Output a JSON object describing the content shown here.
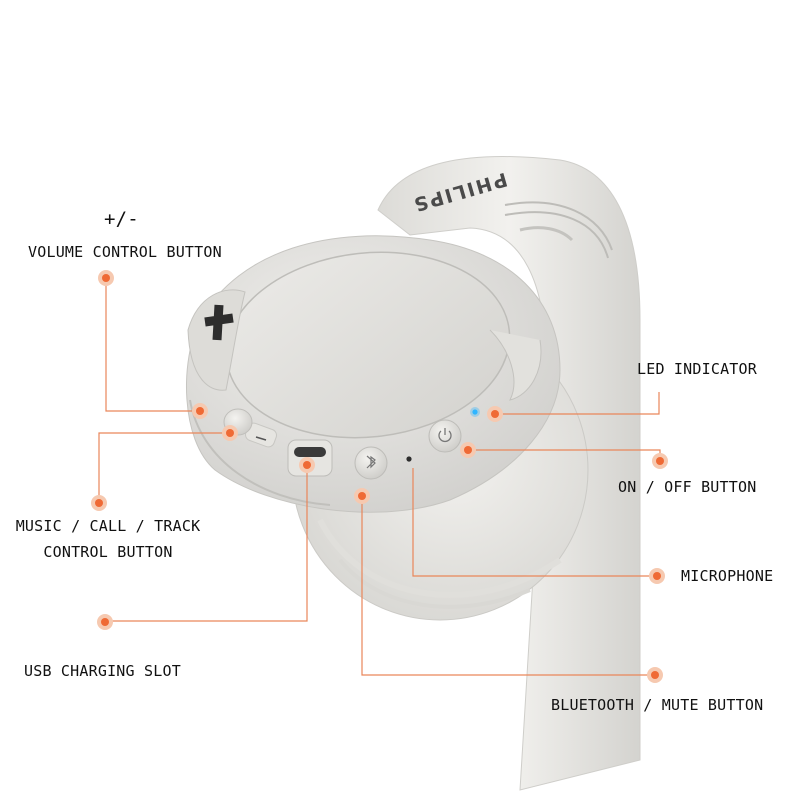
{
  "brand": "PHILIPS",
  "colors": {
    "callout_line": "#e9865a",
    "callout_dot": "#ef6a35",
    "callout_halo": "#f6c9b0",
    "led": "#2fb5ff",
    "text": "#111111",
    "device_body": "#e6e5e1"
  },
  "labels": {
    "volume_symbol": "+/-",
    "volume": "VOLUME CONTROL BUTTON",
    "led": "LED INDICATOR",
    "on_off": "ON / OFF BUTTON",
    "music_line1": "MUSIC / CALL / TRACK",
    "music_line2": "CONTROL BUTTON",
    "microphone": "MICROPHONE",
    "usb": "USB CHARGING SLOT",
    "bluetooth": "BLUETOOTH / MUTE BUTTON"
  },
  "icons": {
    "plus_button": "plus-icon",
    "power_button": "power-icon",
    "bluetooth_button": "bluetooth-icon"
  }
}
